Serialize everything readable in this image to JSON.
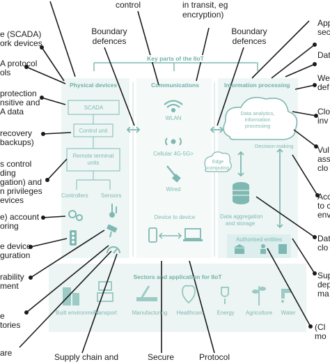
{
  "diagram": {
    "top_labels": {
      "control": "control",
      "transit_l1": "in transit, eg",
      "transit_l2": "encryption)"
    },
    "left_labels": {
      "scada_l1": "e (SCADA)",
      "scada_l2": "ork devices",
      "protocol_l1": "A protocol",
      "protocol_l2": "ols",
      "protection_l1": "protection",
      "protection_l2": "nsitive and",
      "protection_l3": "A data",
      "recovery_l1": "recovery",
      "recovery_l2": "backups)",
      "access_l1": "s control",
      "access_l2": "ding",
      "access_l3": "gation) and",
      "access_l4": "n privileges",
      "access_l5": "evices",
      "account_l1": "e) account",
      "account_l2": "oring",
      "device_l1": "e device",
      "device_l2": "guration",
      "vuln_l1": "rability",
      "vuln_l2": "ment",
      "inv_l1": "e",
      "inv_l2": "tories",
      "software": "are"
    },
    "bottom_labels": {
      "supply": "Supply chain and",
      "secure": "Secure",
      "protocol": "Protocol"
    },
    "right_labels": {
      "app_l1": "App",
      "app_l2": "sec",
      "data": "Dat",
      "web_l1": "We",
      "web_l2": "def",
      "cloud_l1": "Clo",
      "cloud_l2": "inv",
      "vuln_l1": "Vul",
      "vuln_l2": "ass",
      "vuln_l3": "clo",
      "acc_l1": "Acc",
      "acc_l2": "to c",
      "acc_l3": "env",
      "dat2_l1": "Dat",
      "dat2_l2": "clo",
      "sup_l1": "Sup",
      "sup_l2": "dep",
      "sup_l3": "ma",
      "cl_l1": "(Cl",
      "cl_l2": "mo"
    },
    "boundary_left_l1": "Boundary",
    "boundary_left_l2": "defences",
    "boundary_right_l1": "Boundary",
    "boundary_right_l2": "defences",
    "key_parts_title": "Key parts of the IIoT",
    "physical": {
      "title": "Physical devices",
      "scada": "SCADA",
      "control_unit": "Control unit",
      "rtu_l1": "Remote terminal",
      "rtu_l2": "units",
      "controllers": "Controllers",
      "sensors": "Sensors"
    },
    "communications": {
      "title": "Communications",
      "wlan": "WLAN",
      "cellular": "Cellular 4G-5G>",
      "wired": "Wired",
      "edge_l1": "Edge",
      "edge_l2": "computing",
      "device_to_device": "Device to device"
    },
    "information": {
      "title": "Information processing",
      "analytics_l1": "Data analytics,",
      "analytics_l2": "information",
      "analytics_l3": "processing",
      "decision": "Decision-making",
      "aggregation_l1": "Data aggregation",
      "aggregation_l2": "and storage",
      "authorised": "Authorised entities"
    },
    "sectors": {
      "title": "Sectors and application for IIoT",
      "items": [
        "Built environment",
        "Transport",
        "Manufacturing",
        "Healthcare",
        "Energy",
        "Agriculture",
        "Water"
      ]
    }
  }
}
